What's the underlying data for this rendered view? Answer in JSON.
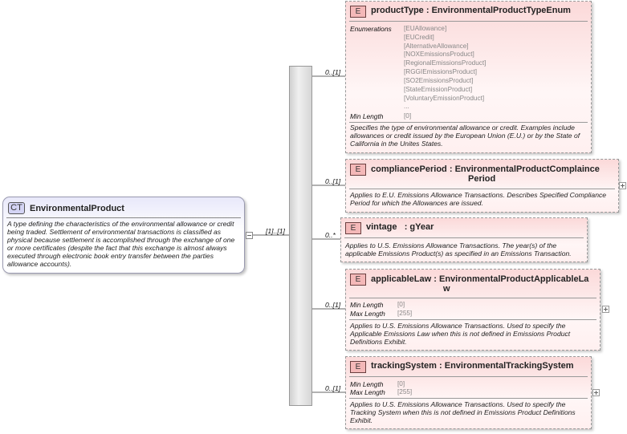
{
  "complex_type": {
    "badge": "CT",
    "name": "EnvironmentalProduct",
    "documentation": "A type defining the characteristics of the environmental allowance or credit being traded. Settlement of environmental transactions is classified as physical because settlement is accomplished through the exchange of one or more certificates (despite the fact that this exchange is almost always executed through electronic book entry transfer between the parties allowance accounts).",
    "multiplicity": "[1]..[1]"
  },
  "elements": [
    {
      "badge": "E",
      "name": "productType",
      "type": "EnvironmentalProductTypeEnum",
      "multiplicity": "0..[1]",
      "facet_labels": {
        "enumerations": "Enumerations",
        "min_length": "Min Length"
      },
      "enumerations": [
        "[EUAllowance]",
        "[EUCredit]",
        "[AlternativeAllowance]",
        "[NOXEmissionsProduct]",
        "[RegionalEmissionsProduct]",
        "[RGGIEmissionsProduct]",
        "[SO2EmissionsProduct]",
        "[StateEmissionProduct]",
        "[VoluntaryEmissionProduct]",
        "..."
      ],
      "min_length": "[0]",
      "documentation": "Specifies the type of environmental allowance or credit. Examples include allowances or credit issued by the European Union (E.U.) or by the State of California in the Unites States."
    },
    {
      "badge": "E",
      "name": "compliancePeriod",
      "type_line1": "EnvironmentalProductComplaince",
      "type_line2": "Period",
      "multiplicity": "0..[1]",
      "documentation": "Applies to E.U. Emissions Allowance Transactions. Describes Specified Compliance Period for which the Allowances are issued."
    },
    {
      "badge": "E",
      "name": "vintage",
      "type": "gYear",
      "multiplicity": "0..*",
      "documentation": "Applies to U.S. Emissions Allowance Transactions. The year(s) of the applicable Emissions Product(s) as specified in an Emissions Transaction."
    },
    {
      "badge": "E",
      "name": "applicableLaw",
      "type_line1": "EnvironmentalProductApplicableLa",
      "type_line2": "w",
      "multiplicity": "0..[1]",
      "facet_labels": {
        "min_length": "Min Length",
        "max_length": "Max Length"
      },
      "min_length": "[0]",
      "max_length": "[255]",
      "documentation": "Applies to U.S. Emissions Allowance Transactions. Used to specify the Applicable Emissions Law when this is not defined in Emissions Product Definitions Exhibit."
    },
    {
      "badge": "E",
      "name": "trackingSystem",
      "type": "EnvironmentalTrackingSystem",
      "multiplicity": "0..[1]",
      "facet_labels": {
        "min_length": "Min Length",
        "max_length": "Max Length"
      },
      "min_length": "[0]",
      "max_length": "[255]",
      "documentation": "Applies to U.S. Emissions Allowance Transactions. Used to specify the Tracking System when this is not defined in Emissions Product Definitions Exhibit."
    }
  ],
  "separator": ":",
  "icons": {
    "sequence": "sequence-compositor-icon",
    "expand": "expand-plus-icon"
  },
  "colors": {
    "element_fill": "#fbd9d9",
    "complex_type_fill": "#e8e8fa",
    "sequence_bar": "#e0e0e0"
  }
}
